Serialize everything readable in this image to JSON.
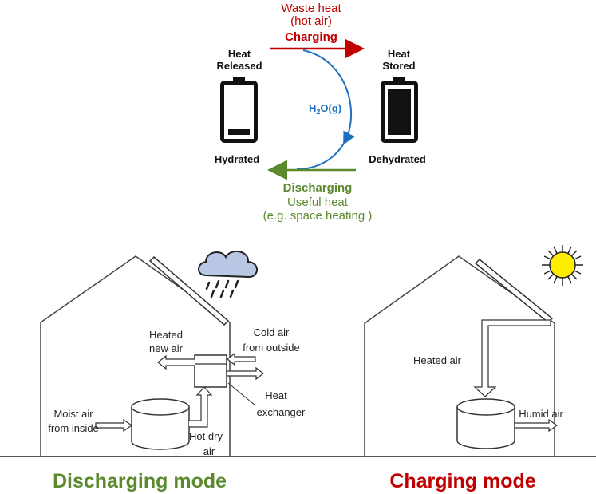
{
  "cycle": {
    "waste_heat": "Waste heat",
    "hot_air": "(hot air)",
    "charging": "Charging",
    "heat_released_1": "Heat",
    "heat_released_2": "Released",
    "heat_stored_1": "Heat",
    "heat_stored_2": "Stored",
    "h2o_h": "H",
    "h2o_sub": "2",
    "h2o_rest": "O(g)",
    "hydrated": "Hydrated",
    "dehydrated": "Dehydrated",
    "discharging": "Discharging",
    "useful_heat": "Useful heat",
    "space_heating": "(e.g. space heating )"
  },
  "discharging_house": {
    "heated_new_air_1": "Heated",
    "heated_new_air_2": "new air",
    "cold_air_1": "Cold air",
    "cold_air_2": "from outside",
    "heat_exchanger_1": "Heat",
    "heat_exchanger_2": "exchanger",
    "moist_air_1": "Moist air",
    "moist_air_2": "from inside",
    "hot_dry_1": "Hot dry",
    "hot_dry_2": "air",
    "mode_label": "Discharging mode"
  },
  "charging_house": {
    "heated_air": "Heated air",
    "humid_air": "Humid air",
    "mode_label": "Charging mode"
  },
  "colors": {
    "charging": "#c00000",
    "discharging": "#5b8a2e",
    "vapor": "#1f6fbf",
    "sun": "#ffee00"
  }
}
